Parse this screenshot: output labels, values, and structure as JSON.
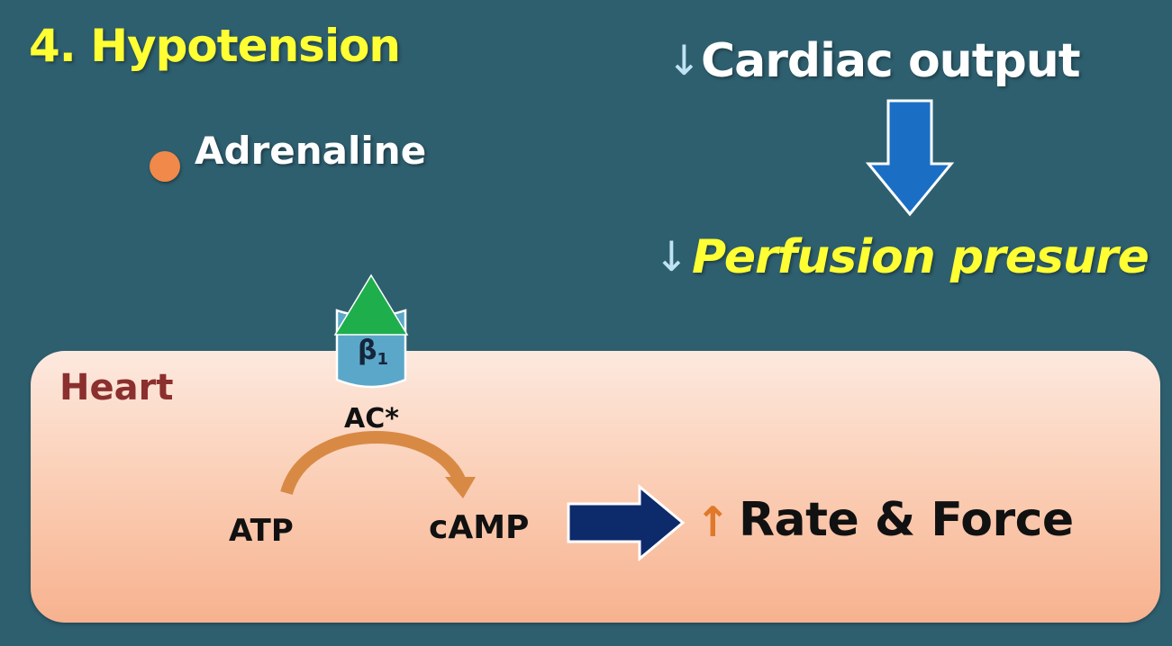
{
  "title": "4. Hypotension",
  "adrenaline": {
    "label": "Adrenaline",
    "color": "#f0894a"
  },
  "cardiac_output": {
    "arrow": "↓",
    "label": "Cardiac output"
  },
  "perfusion": {
    "arrow": "↓",
    "label": "Perfusion presure"
  },
  "heart": {
    "label": "Heart",
    "receptor": {
      "symbol": "β",
      "subscript": "1"
    },
    "enzyme": "AC*",
    "substrate": "ATP",
    "product": "cAMP",
    "effect_arrow": "↑",
    "effect": "Rate & Force"
  },
  "colors": {
    "background": "#2e5f6f",
    "title": "#ffff33",
    "heart_label": "#8b2f2f",
    "down_arrow_big": "#1a6fc4",
    "right_arrow": "#0d2a6b",
    "curve_arrow": "#d88a45",
    "receptor_body": "#5ba7c9",
    "receptor_ligand": "#1fae4c"
  }
}
